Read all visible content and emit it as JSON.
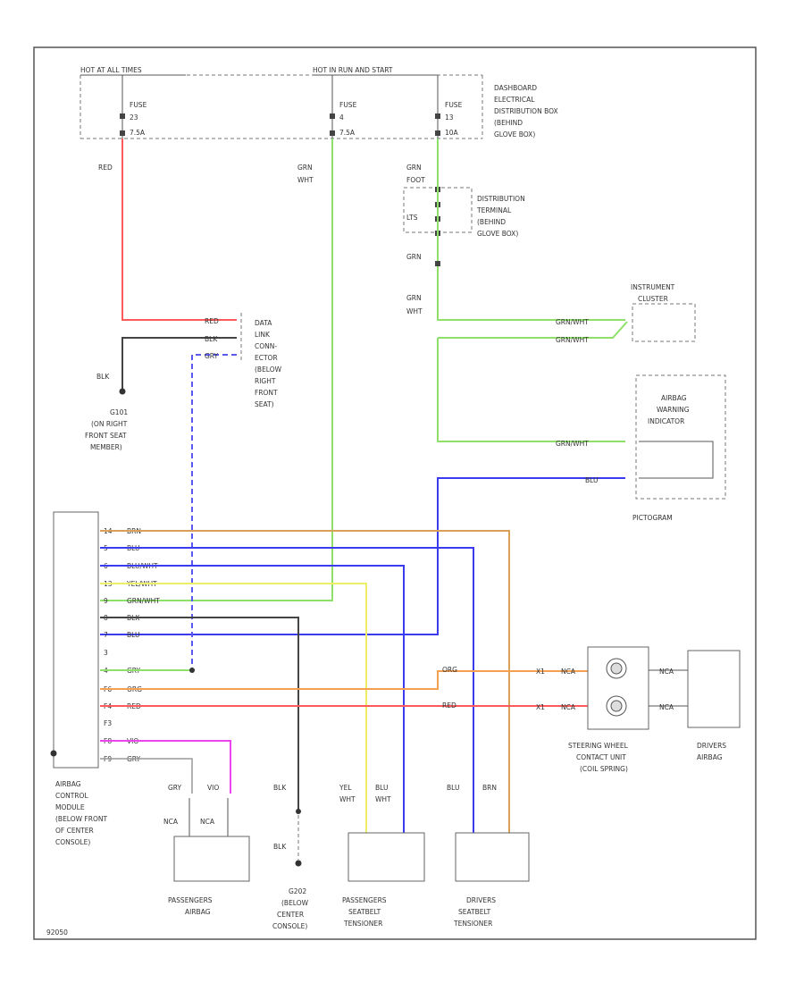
{
  "fuse_box": {
    "hot_all": "HOT AT ALL TIMES",
    "hot_run": "HOT IN RUN AND START",
    "fuse1": {
      "name": "FUSE",
      "num": "23",
      "amp": "7.5A"
    },
    "fuse2": {
      "name": "FUSE",
      "num": "4",
      "amp": "7.5A"
    },
    "fuse3": {
      "name": "FUSE",
      "num": "13",
      "amp": "10A"
    },
    "desc": [
      "DASHBOARD",
      "ELECTRICAL",
      "DISTRIBUTION BOX",
      "(BEHIND",
      "GLOVE BOX)"
    ]
  },
  "dist_terminal": {
    "desc": [
      "DISTRIBUTION",
      "TERMINAL",
      "(BEHIND",
      "GLOVE BOX)"
    ],
    "left_labels": [
      "FOOT",
      "LTS"
    ]
  },
  "wires": {
    "red": "RED",
    "grn_wht": [
      "GRN",
      "WHT"
    ],
    "grn_top": "GRN",
    "grn_mid": "GRN",
    "grn_wht2": [
      "GRN",
      "WHT"
    ],
    "blk": "BLK",
    "red_dlc": "RED",
    "blk_dlc": "BLK",
    "gry_dlc": "GRY",
    "grnwht_ic1": "GRN/WHT",
    "grnwht_ic2": "GRN/WHT",
    "grnwht_aw": "GRN/WHT",
    "blu_aw": "BLU",
    "org_sw": "ORG",
    "red_sw": "RED",
    "nca1": "NCA",
    "nca2": "NCA",
    "nca3": "NCA",
    "nca4": "NCA"
  },
  "dlc": {
    "desc": [
      "DATA",
      "LINK",
      "CONN-",
      "ECTOR",
      "(BELOW",
      "RIGHT",
      "FRONT",
      "SEAT)"
    ]
  },
  "g101": {
    "desc": [
      "G101",
      "(ON RIGHT",
      "FRONT SEAT",
      "MEMBER)"
    ]
  },
  "instrument_cluster": {
    "desc": [
      "INSTRUMENT",
      "CLUSTER"
    ]
  },
  "airbag_warning": {
    "desc": [
      "AIRBAG",
      "WARNING",
      "INDICATOR"
    ],
    "pictogram": "PICTOGRAM"
  },
  "module_pins": [
    {
      "pin": "14",
      "wire": "BRN"
    },
    {
      "pin": "5",
      "wire": "BLU"
    },
    {
      "pin": "6",
      "wire": "BLU/WHT"
    },
    {
      "pin": "13",
      "wire": "YEL/WHT"
    },
    {
      "pin": "9",
      "wire": "GRN/WHT"
    },
    {
      "pin": "8",
      "wire": "BLK"
    },
    {
      "pin": "7",
      "wire": "BLU"
    },
    {
      "pin": "3",
      "wire": ""
    },
    {
      "pin": "4",
      "wire": "GRY"
    },
    {
      "pin": "F6",
      "wire": "ORG"
    },
    {
      "pin": "F4",
      "wire": "RED"
    },
    {
      "pin": "F3",
      "wire": ""
    },
    {
      "pin": "F8",
      "wire": "VIO"
    },
    {
      "pin": "F9",
      "wire": "GRY"
    }
  ],
  "module": {
    "desc": [
      "AIRBAG",
      "CONTROL",
      "MODULE",
      "(BELOW FRONT",
      "OF CENTER",
      "CONSOLE)"
    ]
  },
  "pass_airbag": {
    "wires": [
      "GRY",
      "VIO"
    ],
    "desc": [
      "PASSENGERS",
      "AIRBAG"
    ]
  },
  "g202": {
    "wires": [
      "BLK",
      "BLK"
    ],
    "desc": [
      "G202",
      "(BELOW",
      "CENTER",
      "CONSOLE)"
    ]
  },
  "pass_tensioner": {
    "wires": [
      [
        "YEL",
        "WHT"
      ],
      [
        "BLU",
        "WHT"
      ]
    ],
    "desc": [
      "PASSENGERS",
      "SEATBELT",
      "TENSIONER"
    ]
  },
  "drv_tensioner": {
    "wires": [
      "BLU",
      "BRN"
    ],
    "desc": [
      "DRIVERS",
      "SEATBELT",
      "TENSIONER"
    ]
  },
  "contact_unit": {
    "pins": [
      "X1",
      "X1"
    ],
    "desc": [
      "STEERING WHEEL",
      "CONTACT UNIT",
      "(COIL SPRING)"
    ]
  },
  "drv_airbag": {
    "desc": [
      "DRIVERS",
      "AIRBAG"
    ]
  },
  "footer": {
    "code": "92050"
  },
  "colors": {
    "red": "#ff5a5a",
    "green": "#8ee06a",
    "blue": "#3a3aee",
    "blue_dash": "#5a5aee",
    "black": "#444444",
    "orange": "#f5a050",
    "brown": "#d8a05a",
    "yellow": "#eeee66",
    "violet": "#ee44ee",
    "gray": "#999999"
  }
}
